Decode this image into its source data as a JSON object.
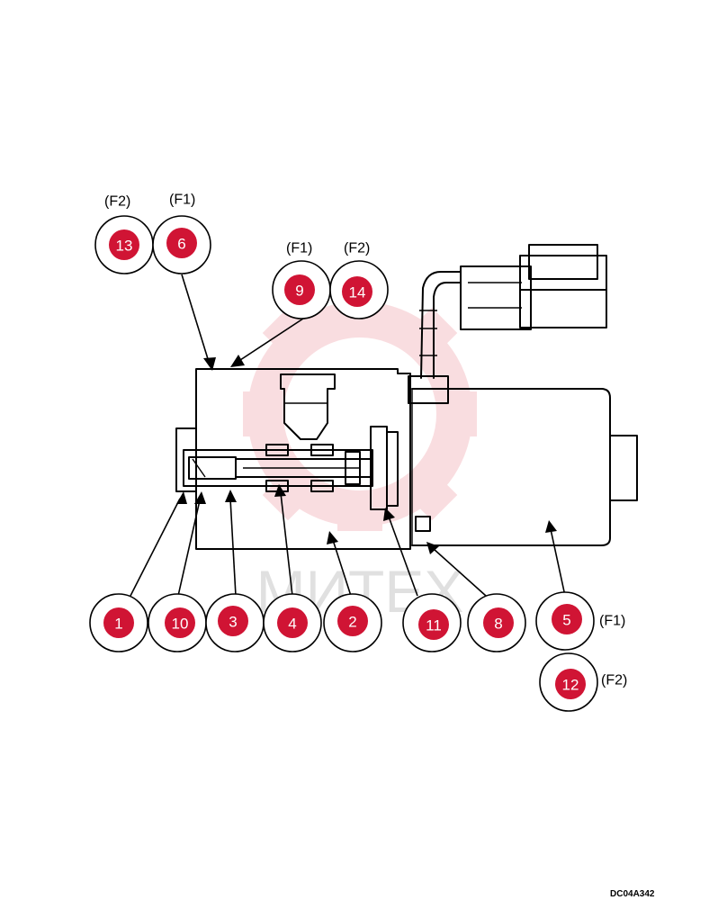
{
  "colors": {
    "callout_fill": "#d01434",
    "watermark": "#f0a0a8"
  },
  "callouts": [
    {
      "id": "1",
      "number": "1"
    },
    {
      "id": "2",
      "number": "2"
    },
    {
      "id": "3",
      "number": "3"
    },
    {
      "id": "4",
      "number": "4"
    },
    {
      "id": "5",
      "number": "5"
    },
    {
      "id": "6",
      "number": "6"
    },
    {
      "id": "8",
      "number": "8"
    },
    {
      "id": "9",
      "number": "9"
    },
    {
      "id": "10",
      "number": "10"
    },
    {
      "id": "11",
      "number": "11"
    },
    {
      "id": "12",
      "number": "12"
    },
    {
      "id": "13",
      "number": "13"
    },
    {
      "id": "14",
      "number": "14"
    }
  ],
  "variant_labels": {
    "top_left_f2": "(F2)",
    "top_left_f1": "(F1)",
    "top_mid_f1": "(F1)",
    "top_mid_f2": "(F2)",
    "right_f1": "(F1)",
    "right_f2": "(F2)"
  },
  "drawing_code": "DC04A342",
  "watermark_text": "МИТЕХ"
}
